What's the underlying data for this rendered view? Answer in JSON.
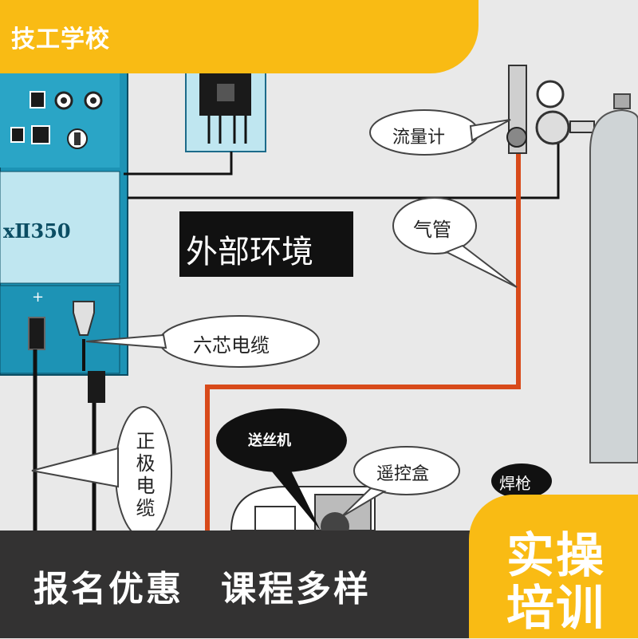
{
  "header": {
    "title": "技工学校"
  },
  "diagram": {
    "machine_model": "ⅹⅡ350",
    "machine_plus": "+",
    "outer_env": "外部环境",
    "flowmeter": "流量计",
    "gas_pipe": "气管",
    "six_core_cable": "六芯电缆",
    "positive_cable": "正极电缆",
    "wire_feeder": "送丝机",
    "remote_box": "遥控盒",
    "torch": "焊枪"
  },
  "banner": {
    "left_text": "报名优惠　课程多样",
    "right_line1": "实操",
    "right_line2": "培训"
  },
  "colors": {
    "accent": "#f9bb14",
    "dark_bar": "#333232",
    "machine_blue": "#1d93b5",
    "gas_hose": "#d84a1a"
  }
}
